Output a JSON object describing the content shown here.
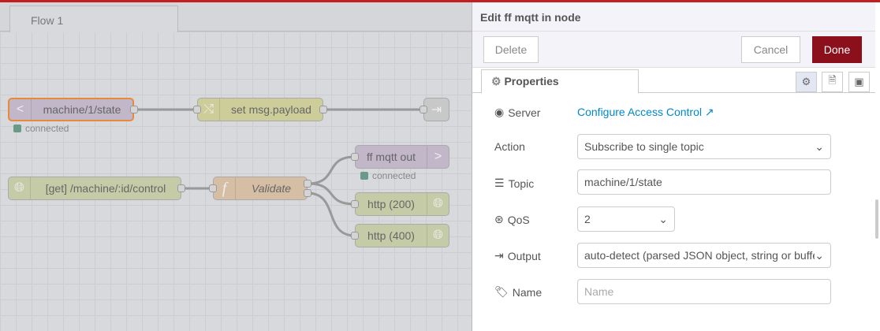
{
  "workspace": {
    "tab": "Flow 1"
  },
  "nodes": {
    "mqtt_in": {
      "label": "machine/1/state",
      "status": "connected"
    },
    "change": {
      "label": "set msg.payload"
    },
    "http_in": {
      "label": "[get] /machine/:id/control"
    },
    "function": {
      "label": "Validate"
    },
    "mqtt_out": {
      "label": "ff mqtt out",
      "status": "connected"
    },
    "http200": {
      "label": "http (200)"
    },
    "http400": {
      "label": "http (400)"
    }
  },
  "panel": {
    "title": "Edit ff mqtt in node",
    "delete": "Delete",
    "cancel": "Cancel",
    "done": "Done",
    "tab": "Properties",
    "server_label": "Server",
    "server_link": "Configure Access Control",
    "action_label": "Action",
    "action_value": "Subscribe to single topic",
    "topic_label": "Topic",
    "topic_value": "machine/1/state",
    "qos_label": "QoS",
    "qos_value": "2",
    "output_label": "Output",
    "output_value": "auto-detect (parsed JSON object, string or buffer)",
    "name_label": "Name",
    "name_placeholder": "Name"
  },
  "colors": {
    "done": "#8c101c",
    "link": "#0088cc",
    "selected_border": "#ff7f0e"
  }
}
